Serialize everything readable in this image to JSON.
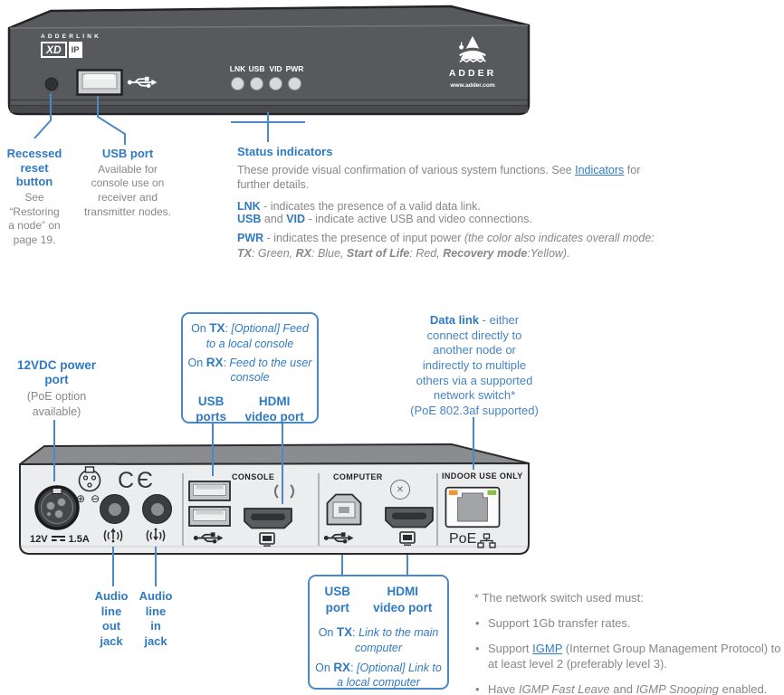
{
  "front_panel": {
    "logo_brand": "ADDERLINK",
    "logo_model": "XD",
    "logo_variant": "IP",
    "led_labels": [
      "LNK",
      "USB",
      "VID",
      "PWR"
    ],
    "adder_name": "ADDER",
    "adder_url": "www.adder.com"
  },
  "rear_panel": {
    "voltage": "12V",
    "current": "1.5A",
    "ce_mark": "CЄ",
    "plus_symbol": "⊕",
    "minus_symbol": "⊖",
    "console_label": "CONSOLE",
    "computer_label": "COMPUTER",
    "indoor_label": "INDOOR USE ONLY",
    "poe_label": "PoE"
  },
  "callouts": {
    "reset": {
      "title": "Recessed\nreset\nbutton",
      "body": "See\n“Restoring\na node” on\npage 19."
    },
    "usb_front": {
      "title": "USB port",
      "body": "Available for\nconsole use on\nreceiver and\ntransmitter nodes."
    },
    "status": {
      "title": "Status indicators",
      "intro_1": "These provide visual confirmation of various system functions. See ",
      "intro_link": "Indicators",
      "intro_2": " for\nfurther details.",
      "lnk_label": "LNK",
      "lnk_text": " - indicates the presence of a valid data link.",
      "usb_label": "USB",
      "usb_and": " and ",
      "vid_label": "VID",
      "vid_text": " - indicate active USB and video connections.",
      "pwr_label": "PWR",
      "pwr_text": " - indicates the presence of input power ",
      "pwr_italic": "(the color also indicates overall mode:",
      "tx_label": "TX",
      "tx_text": ": Green, ",
      "rx_label": "RX",
      "rx_text": ": Blue, ",
      "sol_label": "Start of Life",
      "sol_text": ": Red, ",
      "rec_label": "Recovery mode",
      "rec_text": ":Yellow)."
    },
    "power": {
      "title": "12VDC power\nport",
      "body": "(PoE option\navailable)"
    },
    "console_box": {
      "on_tx": "On ",
      "tx": "TX",
      "tx_sep": ": ",
      "tx_text": "[Optional] Feed to a local console",
      "on_rx": "On ",
      "rx": "RX",
      "rx_sep": ": ",
      "rx_text": "Feed to the user console",
      "usb": "USB\nports",
      "hdmi": "HDMI\nvideo port"
    },
    "data_link": {
      "title": "Data link",
      "title_rest": " - either",
      "body": "connect directly to\nanother node or\nindirectly to multiple\nothers via a supported\nnetwork switch*\n(PoE 802.3af supported)"
    },
    "audio_out": "Audio\nline\nout\njack",
    "audio_in": "Audio\nline\nin\njack",
    "computer_box": {
      "usb": "USB\nport",
      "hdmi": "HDMI\nvideo port",
      "on_tx": "On ",
      "tx": "TX",
      "tx_sep": ": ",
      "tx_text": "Link to the main computer",
      "on_rx": "On ",
      "rx": "RX",
      "rx_sep": ": ",
      "rx_text": "[Optional] Link to a local computer"
    },
    "network_note": {
      "star": "* ",
      "heading": "The network switch used must:",
      "dot": "•",
      "b1": "Support 1Gb transfer rates.",
      "b2_pre": "Support ",
      "b2_link": "IGMP",
      "b2_post": " (Internet Group Management Protocol) to at least level 2 (preferably level 3).",
      "b3_pre": "Have ",
      "b3_it1": "IGMP Fast Leave",
      "b3_mid": " and ",
      "b3_it2": "IGMP Snooping",
      "b3_post": " enabled."
    }
  },
  "colors": {
    "accent_blue": "#2f7ac2",
    "leader_blue": "#4a89c8",
    "body_gray": "#85878a",
    "led_orange": "#f0922d",
    "led_green": "#83c341"
  }
}
